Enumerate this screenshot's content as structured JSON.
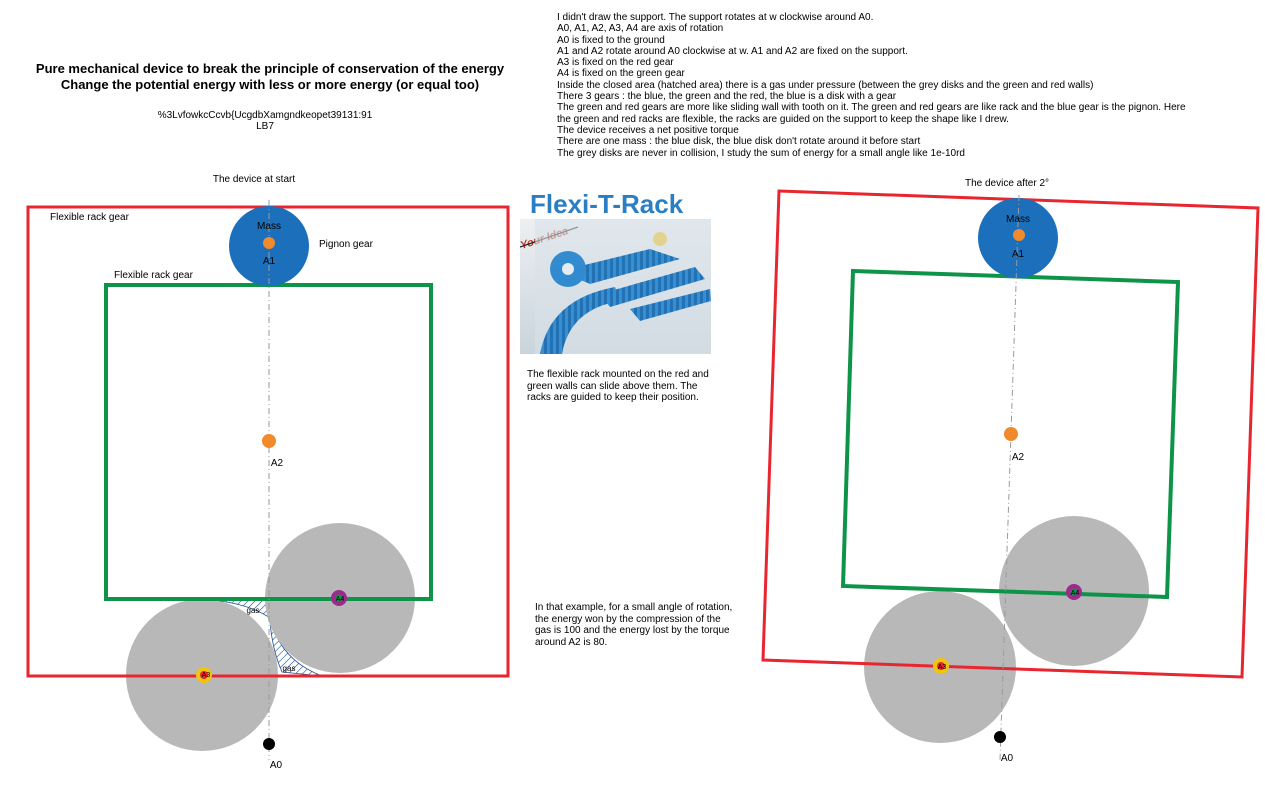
{
  "title": {
    "line1": "Pure mechanical device to break the principle of conservation of the energy",
    "line2": "Change the potential energy with less or more energy (or equal too)"
  },
  "code": {
    "line1": "%3LvfowkcCcvb{UcgdbXamgndkeopet39131:91",
    "line2": "LB7"
  },
  "notes": [
    "I didn't draw the support. The support rotates at w clockwise around A0.",
    "A0, A1, A2, A3, A4 are axis of rotation",
    "A0 is fixed to the ground",
    "A1 and A2 rotate around A0 clockwise at w. A1 and A2 are fixed on the support.",
    "A3 is fixed on the red gear",
    "A4 is fixed on the green gear",
    "Inside the closed area (hatched area) there is a gas under pressure (between the grey disks and the green and red walls)",
    "There 3 gears : the blue, the green and the red, the blue is a disk with a gear",
    "The green and red gears are more like sliding wall with tooth on it. The green and red gears are like rack and the blue gear is the pignon. Here",
    "the green and red racks are flexible, the racks are guided on the support to keep the shape like I drew.",
    "The device receives a net positive torque",
    "There are one mass : the blue disk, the blue disk don't rotate around it before start",
    "The grey disks are never in collision, I study the sum of energy for a small angle like 1e-10rd"
  ],
  "photo_caption": "The flexible rack mounted on the red and green walls can slide above them. The racks are guided to keep their position.",
  "photo": {
    "brand": "Flexi-T-Rack",
    "tagline": "Your Idea"
  },
  "example_note": "In that example, for a small angle of rotation, the energy won by the compression of the gas is 100 and the energy lost by the torque around A2 is 80.",
  "left_diagram": {
    "caption": "The device at start",
    "red_label": "Flexible rack gear",
    "green_label": "Flexible rack gear",
    "pignon_label": "Pignon gear",
    "mass_label": "Mass",
    "a0": "A0",
    "a1": "A1",
    "a2": "A2",
    "a3": "A3",
    "a4": "A4",
    "gas": "gas"
  },
  "right_diagram": {
    "caption": "The device after 2°",
    "mass_label": "Mass",
    "a0": "A0",
    "a1": "A1",
    "a2": "A2",
    "a3": "A3",
    "a4": "A4"
  },
  "colors": {
    "red_wall": "#e8262f",
    "green_wall": "#0e9448",
    "blue_disk": "#1c6fbb",
    "grey_disk": "#b8b8b8",
    "axis_orange": "#f08a2a",
    "a3_yellow": "#f2c40f",
    "a4_purple": "#9b2c8c",
    "hatch": "#1d4f8f"
  }
}
